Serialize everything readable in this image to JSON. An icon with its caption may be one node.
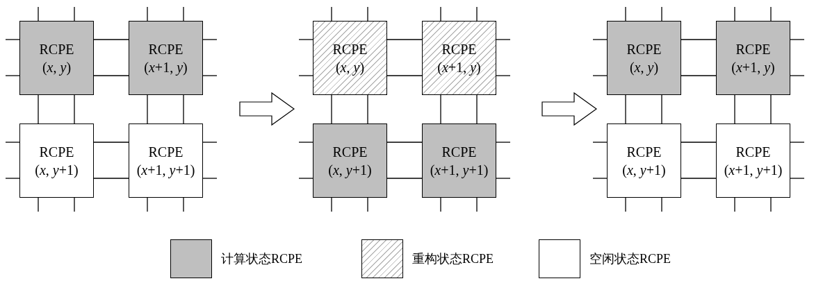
{
  "diagram": {
    "nodes": [
      {
        "text": [
          "RCPE",
          "(*x*, *y*)"
        ]
      },
      {
        "text": [
          "RCPE",
          "(*x*+1, *y*)"
        ]
      },
      {
        "text": [
          "RCPE",
          "(*x*, *y*+1)"
        ]
      },
      {
        "text": [
          "RCPE",
          "(*x*+1, *y*+1)"
        ]
      },
      {
        "text": [
          "RCPE",
          "(*x*, *y*)"
        ]
      },
      {
        "text": [
          "RCPE",
          "(*x*+1, *y*)"
        ]
      },
      {
        "text": [
          "RCPE",
          "(*x*, *y*+1)"
        ]
      },
      {
        "text": [
          "RCPE",
          "(*x*+1, *y*+1)"
        ]
      },
      {
        "text": [
          "RCPE",
          "(*x*, *y*)"
        ]
      },
      {
        "text": [
          "RCPE",
          "(*x*+1, *y*)"
        ]
      },
      {
        "text": [
          "RCPE",
          "(*x*, *y*+1)"
        ]
      },
      {
        "text": [
          "RCPE",
          "(*x*+1, *y*+1)"
        ]
      }
    ],
    "edges": [
      {
        "from": 0,
        "to": 1,
        "arrow": "none"
      },
      {
        "from": 0,
        "to": 1,
        "arrow": "none"
      },
      {
        "from": 2,
        "to": 3,
        "arrow": "none"
      },
      {
        "from": 2,
        "to": 3,
        "arrow": "none"
      },
      {
        "from": 0,
        "to": 2,
        "arrow": "none"
      },
      {
        "from": 0,
        "to": 2,
        "arrow": "none"
      },
      {
        "from": 1,
        "to": 3,
        "arrow": "none"
      },
      {
        "from": 1,
        "to": 3,
        "arrow": "none"
      },
      {
        "from": 0,
        "to": null,
        "arrow": "none"
      },
      {
        "from": 0,
        "to": null,
        "arrow": "none"
      },
      {
        "from": 0,
        "to": null,
        "arrow": "none"
      },
      {
        "from": 0,
        "to": null,
        "arrow": "none"
      },
      {
        "from": 1,
        "to": null,
        "arrow": "none"
      },
      {
        "from": 1,
        "to": null,
        "arrow": "none"
      },
      {
        "from": 1,
        "to": null,
        "arrow": "none"
      },
      {
        "from": 1,
        "to": null,
        "arrow": "none"
      },
      {
        "from": 2,
        "to": null,
        "arrow": "none"
      },
      {
        "from": 2,
        "to": null,
        "arrow": "none"
      },
      {
        "from": 2,
        "to": null,
        "arrow": "none"
      },
      {
        "from": 2,
        "to": null,
        "arrow": "none"
      },
      {
        "from": 3,
        "to": null,
        "arrow": "none"
      },
      {
        "from": 3,
        "to": null,
        "arrow": "none"
      },
      {
        "from": 3,
        "to": null,
        "arrow": "none"
      },
      {
        "from": 3,
        "to": null,
        "arrow": "none"
      },
      {
        "from": 4,
        "to": 5,
        "arrow": "none"
      },
      {
        "from": 4,
        "to": 5,
        "arrow": "none"
      },
      {
        "from": 6,
        "to": 7,
        "arrow": "none"
      },
      {
        "from": 6,
        "to": 7,
        "arrow": "none"
      },
      {
        "from": 4,
        "to": 6,
        "arrow": "none"
      },
      {
        "from": 4,
        "to": 6,
        "arrow": "none"
      },
      {
        "from": 5,
        "to": 7,
        "arrow": "none"
      },
      {
        "from": 5,
        "to": 7,
        "arrow": "none"
      },
      {
        "from": 4,
        "to": null,
        "arrow": "none"
      },
      {
        "from": 4,
        "to": null,
        "arrow": "none"
      },
      {
        "from": 4,
        "to": null,
        "arrow": "none"
      },
      {
        "from": 4,
        "to": null,
        "arrow": "none"
      },
      {
        "from": 5,
        "to": null,
        "arrow": "none"
      },
      {
        "from": 5,
        "to": null,
        "arrow": "none"
      },
      {
        "from": 5,
        "to": null,
        "arrow": "none"
      },
      {
        "from": 5,
        "to": null,
        "arrow": "none"
      },
      {
        "from": 6,
        "to": null,
        "arrow": "none"
      },
      {
        "from": 6,
        "to": null,
        "arrow": "none"
      },
      {
        "from": 6,
        "to": null,
        "arrow": "none"
      },
      {
        "from": 6,
        "to": null,
        "arrow": "none"
      },
      {
        "from": 7,
        "to": null,
        "arrow": "none"
      },
      {
        "from": 7,
        "to": null,
        "arrow": "none"
      },
      {
        "from": 7,
        "to": null,
        "arrow": "none"
      },
      {
        "from": 7,
        "to": null,
        "arrow": "none"
      },
      {
        "from": 8,
        "to": 9,
        "arrow": "none"
      },
      {
        "from": 8,
        "to": 9,
        "arrow": "none"
      },
      {
        "from": 10,
        "to": 11,
        "arrow": "none"
      },
      {
        "from": 10,
        "to": 11,
        "arrow": "none"
      },
      {
        "from": 8,
        "to": 10,
        "arrow": "none"
      },
      {
        "from": 8,
        "to": 10,
        "arrow": "none"
      },
      {
        "from": 9,
        "to": 11,
        "arrow": "none"
      },
      {
        "from": 9,
        "to": 11,
        "arrow": "none"
      },
      {
        "from": 8,
        "to": null,
        "arrow": "none"
      },
      {
        "from": 8,
        "to": null,
        "arrow": "none"
      },
      {
        "from": 8,
        "to": null,
        "arrow": "none"
      },
      {
        "from": 8,
        "to": null,
        "arrow": "none"
      },
      {
        "from": 9,
        "to": null,
        "arrow": "none"
      },
      {
        "from": 9,
        "to": null,
        "arrow": "none"
      },
      {
        "from": 9,
        "to": null,
        "arrow": "none"
      },
      {
        "from": 9,
        "to": null,
        "arrow": "none"
      },
      {
        "from": 10,
        "to": null,
        "arrow": "none"
      },
      {
        "from": 10,
        "to": null,
        "arrow": "none"
      },
      {
        "from": 10,
        "to": null,
        "arrow": "none"
      },
      {
        "from": 10,
        "to": null,
        "arrow": "none"
      },
      {
        "from": 11,
        "to": null,
        "arrow": "none"
      },
      {
        "from": 11,
        "to": null,
        "arrow": "none"
      },
      {
        "from": 11,
        "to": null,
        "arrow": "none"
      },
      {
        "from": 11,
        "to": null,
        "arrow": "none"
      }
    ],
    "legend": [
      {
        "text": "计算状态RCPE",
        "color": "#bfbfbf"
      },
      {
        "text": "重构状态RCPE"
      },
      {
        "text": "空闲状态RCPE",
        "color": "#ffffff"
      }
    ]
  }
}
